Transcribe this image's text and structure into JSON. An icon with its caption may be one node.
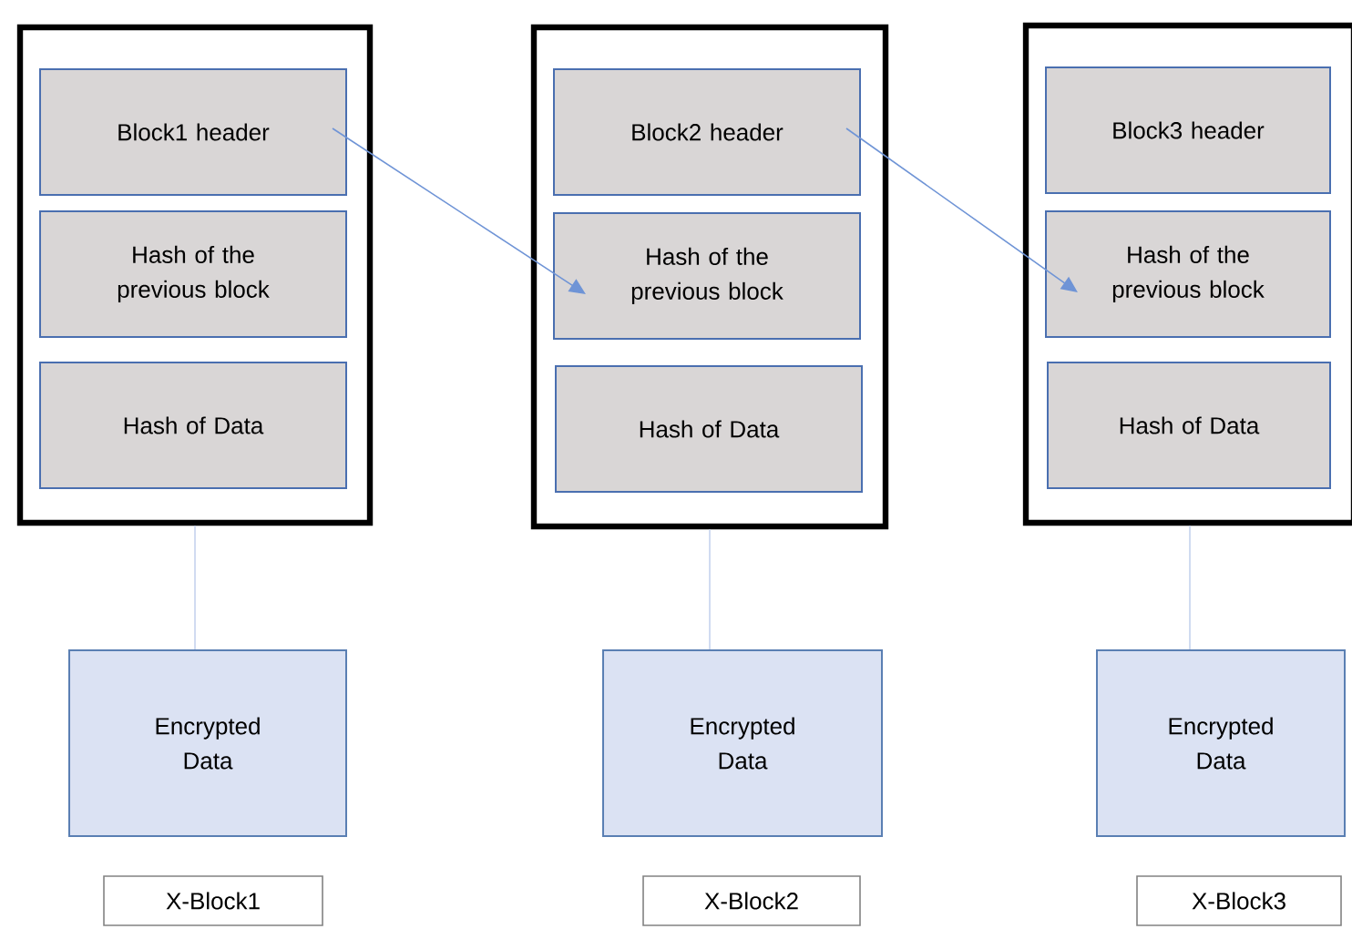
{
  "diagram": {
    "nodes": [
      {
        "text": [],
        "shape": "box"
      },
      {
        "text": [
          "Block1 header"
        ],
        "in": 0
      },
      {
        "text": [
          "Hash of the previous block"
        ],
        "in": 0
      },
      {
        "text": [
          "Hash of Data"
        ],
        "in": 0
      },
      {
        "text": [],
        "shape": "box"
      },
      {
        "text": [
          "Block2 header"
        ],
        "in": 4
      },
      {
        "text": [
          "Hash of the previous block"
        ],
        "in": 4
      },
      {
        "text": [
          "Hash of Data"
        ],
        "in": 4
      },
      {
        "text": [],
        "shape": "box"
      },
      {
        "text": [
          "Block3 header"
        ],
        "in": 8
      },
      {
        "text": [
          "Hash of the previous block"
        ],
        "in": 8
      },
      {
        "text": [
          "Hash of Data"
        ],
        "in": 8
      },
      {
        "text": [
          "Encrypted Data"
        ]
      },
      {
        "text": [
          "Encrypted Data"
        ]
      },
      {
        "text": [
          "Encrypted Data"
        ]
      },
      {
        "text": [
          "X-Block1"
        ]
      },
      {
        "text": [
          "X-Block2"
        ]
      },
      {
        "text": [
          "X-Block3"
        ]
      }
    ],
    "edges": [
      {
        "from": 1,
        "to": 6,
        "arrow": "to",
        "color": "#6f94d6"
      },
      {
        "from": 5,
        "to": 10,
        "arrow": "to",
        "color": "#6f94d6"
      },
      {
        "from": 0,
        "to": 12,
        "arrow": "none",
        "color": "#c5d3ee"
      },
      {
        "from": 4,
        "to": 13,
        "arrow": "none",
        "color": "#c5d3ee"
      },
      {
        "from": 8,
        "to": 14,
        "arrow": "none",
        "color": "#c5d3ee"
      }
    ]
  }
}
